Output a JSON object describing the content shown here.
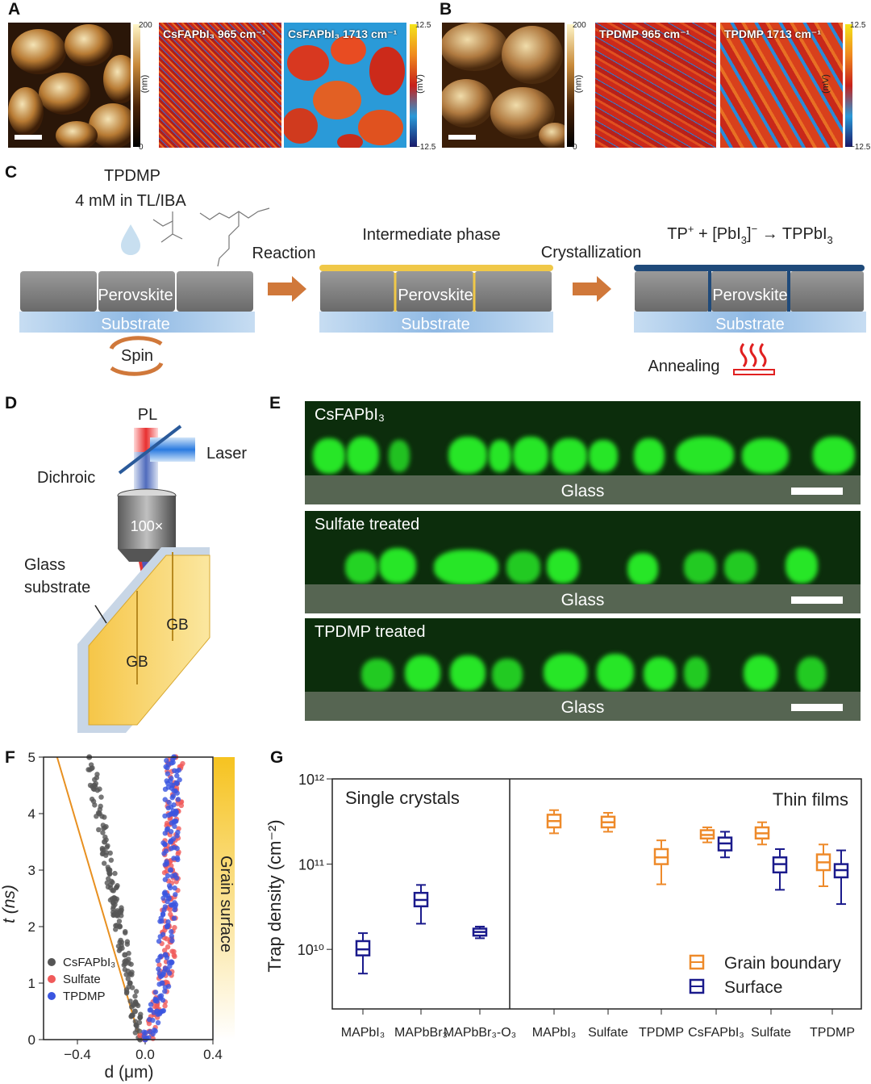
{
  "panels": {
    "A": "A",
    "B": "B",
    "C": "C",
    "D": "D",
    "E": "E",
    "F": "F",
    "G": "G"
  },
  "panelA": {
    "map1_title": "CsFAPbI₃ 965 cm⁻¹",
    "map2_title": "CsFAPbI₃ 1713 cm⁻¹",
    "height_max": "200",
    "height_min": "0",
    "height_unit": "(nm)",
    "signal_max": "12.5",
    "signal_min": "−12.5",
    "signal_unit": "(mV)"
  },
  "panelB": {
    "map1_title": "TPDMP 965 cm⁻¹",
    "map2_title": "TPDMP 1713 cm⁻¹",
    "height_max": "200",
    "height_min": "0",
    "height_unit": "(nm)",
    "signal_max": "12.5",
    "signal_min": "−12.5",
    "signal_unit": "(mV)"
  },
  "panelC": {
    "reagent": "TPDMP",
    "concentration": "4 mM in TL/IBA",
    "step1": "Reaction",
    "intermediate": "Intermediate phase",
    "step2": "Crystallization",
    "reaction_eq_a": "TP",
    "reaction_eq_b": " + [PbI",
    "reaction_eq_c": "]",
    "reaction_eq_d": " → TPPbI",
    "perovskite": "Perovskite",
    "substrate": "Substrate",
    "spin": "Spin",
    "annealing": "Annealing"
  },
  "panelD": {
    "pl": "PL",
    "laser": "Laser",
    "dichroic": "Dichroic",
    "objective": "100×",
    "glass_substrate_1": "Glass",
    "glass_substrate_2": "substrate",
    "gb": "GB"
  },
  "panelE": {
    "rows": [
      {
        "label": "CsFAPbI₃",
        "glass": "Glass"
      },
      {
        "label": "Sulfate treated",
        "glass": "Glass"
      },
      {
        "label": "TPDMP treated",
        "glass": "Glass"
      }
    ]
  },
  "chart_data": [
    {
      "type": "scatter",
      "panel": "F",
      "xlabel": "d (μm)",
      "ylabel": "t (ns)",
      "xlim": [
        -0.6,
        0.4
      ],
      "ylim": [
        0,
        5
      ],
      "xticks": [
        "−0.4",
        "0.0",
        "0.4"
      ],
      "yticks": [
        "0",
        "1",
        "2",
        "3",
        "4",
        "5"
      ],
      "colorbar_label": "Grain surface",
      "series": [
        {
          "name": "CsFAPbI₃",
          "color": "#555555",
          "x": [
            -0.03,
            -0.06,
            -0.09,
            -0.12,
            -0.15,
            -0.18,
            -0.21,
            -0.24,
            -0.27,
            -0.3,
            -0.33
          ],
          "y": [
            0.0,
            0.5,
            1.0,
            1.5,
            2.0,
            2.5,
            3.0,
            3.5,
            4.0,
            4.5,
            5.0
          ]
        },
        {
          "name": "Sulfate",
          "color": "#f05a5a",
          "x": [
            0.0,
            0.08,
            0.11,
            0.13,
            0.14,
            0.15,
            0.16,
            0.16,
            0.17,
            0.17,
            0.18
          ],
          "y": [
            0.0,
            0.5,
            1.0,
            1.5,
            2.0,
            2.5,
            3.0,
            3.5,
            4.0,
            4.5,
            5.0
          ]
        },
        {
          "name": "TPDMP",
          "color": "#3a55e0",
          "x": [
            0.0,
            0.07,
            0.1,
            0.12,
            0.13,
            0.14,
            0.15,
            0.15,
            0.16,
            0.16,
            0.17
          ],
          "y": [
            0.0,
            0.5,
            1.0,
            1.5,
            2.0,
            2.5,
            3.0,
            3.5,
            4.0,
            4.5,
            5.0
          ]
        }
      ]
    },
    {
      "type": "box",
      "panel": "G",
      "ylabel": "Trap density (cm⁻²)",
      "yscale": "log",
      "ylim": [
        2000000000.0,
        1000000000000.0
      ],
      "yticks": [
        "10¹⁰",
        "10¹¹",
        "10¹²"
      ],
      "section_left": "Single crystals",
      "section_right": "Thin films",
      "categories": [
        "MAPbI₃",
        "MAPbBr₃",
        "MAPbBr₃-O₃",
        "MAPbI₃",
        "Sulfate",
        "TPDMP",
        "CsFAPbI₃",
        "Sulfate",
        "TPDMP"
      ],
      "series": [
        {
          "name": "Grain boundary",
          "color": "#ee8a2a",
          "boxes": [
            null,
            null,
            null,
            {
              "min": 230000000000.0,
              "q1": 270000000000.0,
              "med": 320000000000.0,
              "q3": 380000000000.0,
              "max": 430000000000.0
            },
            {
              "min": 240000000000.0,
              "q1": 270000000000.0,
              "med": 310000000000.0,
              "q3": 360000000000.0,
              "max": 400000000000.0
            },
            {
              "min": 58000000000.0,
              "q1": 100000000000.0,
              "med": 120000000000.0,
              "q3": 150000000000.0,
              "max": 190000000000.0
            },
            {
              "min": 180000000000.0,
              "q1": 200000000000.0,
              "med": 220000000000.0,
              "q3": 250000000000.0,
              "max": 270000000000.0
            },
            {
              "min": 170000000000.0,
              "q1": 200000000000.0,
              "med": 230000000000.0,
              "q3": 270000000000.0,
              "max": 310000000000.0
            },
            {
              "min": 55000000000.0,
              "q1": 85000000000.0,
              "med": 105000000000.0,
              "q3": 130000000000.0,
              "max": 170000000000.0
            }
          ]
        },
        {
          "name": "Surface",
          "color": "#1a1a8c",
          "boxes": [
            {
              "min": 5200000000.0,
              "q1": 8500000000.0,
              "med": 10000000000.0,
              "q3": 12500000000.0,
              "max": 15500000000.0
            },
            {
              "min": 20000000000.0,
              "q1": 32000000000.0,
              "med": 38000000000.0,
              "q3": 46000000000.0,
              "max": 57000000000.0
            },
            {
              "min": 13500000000.0,
              "q1": 14500000000.0,
              "med": 16000000000.0,
              "q3": 17500000000.0,
              "max": 18500000000.0
            },
            null,
            null,
            null,
            {
              "min": 120000000000.0,
              "q1": 145000000000.0,
              "med": 175000000000.0,
              "q3": 205000000000.0,
              "max": 240000000000.0
            },
            {
              "min": 50000000000.0,
              "q1": 80000000000.0,
              "med": 100000000000.0,
              "q3": 120000000000.0,
              "max": 150000000000.0
            },
            {
              "min": 34000000000.0,
              "q1": 70000000000.0,
              "med": 85000000000.0,
              "q3": 100000000000.0,
              "max": 145000000000.0
            }
          ]
        }
      ],
      "legend": [
        "Grain boundary",
        "Surface"
      ]
    }
  ]
}
